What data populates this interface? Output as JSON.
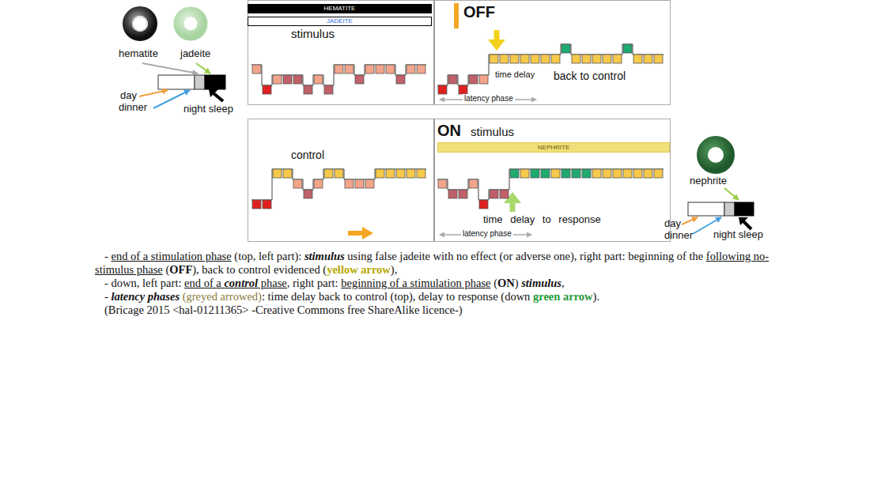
{
  "diagram": {
    "nodes": [
      {
        "text": [
          "HEMATITE"
        ]
      },
      {
        "text": [
          "JADEITE"
        ]
      },
      {
        "text": [
          "NEPHRITE"
        ]
      }
    ],
    "labels": [
      "hematite",
      "jadeite",
      "day",
      "dinner",
      "night sleep",
      "stimulus",
      "OFF",
      "time delay",
      "back to control",
      "latency phase",
      "ON",
      "stimulus",
      "control",
      "time delay to response",
      "latency phase",
      "nephrite",
      "day",
      "dinner",
      "night sleep",
      "- ",
      "end of a stimulation phase",
      " (top, left part): ",
      "stimulus",
      " using false jadeite with no effect (or adverse one), right part: beginning of the ",
      "following no-stimulus phase",
      " (",
      "OFF",
      "), back to control evidenced (",
      "yellow arrow",
      "),",
      "- down, left part: ",
      "end of a ",
      "control",
      " phase",
      ", right part: ",
      "beginning of a stimulation phase",
      " (",
      "ON",
      ") ",
      "stimulus",
      ",",
      "- ",
      "latency phases",
      " ",
      "(greyed arrowed)",
      ": time delay back to control (top), delay to response (down ",
      "green arrow",
      ").",
      "(Bricage 2015 <hal-01211365> -Creative Commons free ShareAlike licence-)"
    ]
  }
}
